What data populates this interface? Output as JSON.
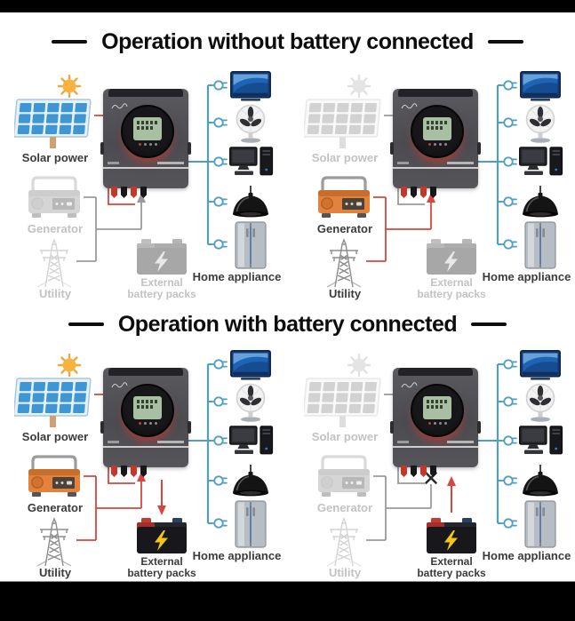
{
  "titles": {
    "without_battery": "Operation without battery connected",
    "with_battery": "Operation with battery connected"
  },
  "labels": {
    "solar": "Solar power",
    "generator": "Generator",
    "utility": "Utility",
    "battery_line1": "External",
    "battery_line2": "battery packs",
    "appliance": "Home appliance"
  },
  "appliances": [
    "tv",
    "fan",
    "computer",
    "lamp",
    "refrigerator"
  ],
  "colors": {
    "red_line": "#d8453e",
    "gray_line": "#9a9a9a",
    "blue_line": "#4f9fc3",
    "x_mark": "#2b2b2b",
    "title": "#0d0d0d",
    "label_active": "#3b3b3b",
    "label_inactive": "#c2c2c2"
  },
  "diagrams": [
    {
      "id": "no-battery-solar",
      "solar": true,
      "generator": false,
      "utility": false,
      "battery": false,
      "battery_flow": "none",
      "input_blocked": false
    },
    {
      "id": "no-battery-grid",
      "solar": false,
      "generator": true,
      "utility": true,
      "battery": false,
      "battery_flow": "none",
      "input_blocked": false
    },
    {
      "id": "battery-charging",
      "solar": true,
      "generator": true,
      "utility": true,
      "battery": true,
      "battery_flow": "to-battery",
      "input_blocked": false
    },
    {
      "id": "battery-discharging",
      "solar": false,
      "generator": false,
      "utility": false,
      "battery": true,
      "battery_flow": "from-battery",
      "input_blocked": true
    }
  ]
}
